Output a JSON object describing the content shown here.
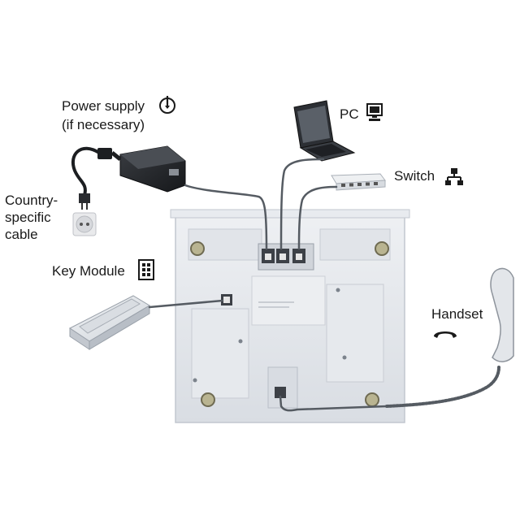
{
  "labels": {
    "power_supply": "Power supply",
    "power_supply_note": "(if necessary)",
    "pc": "PC",
    "switch": "Switch",
    "country_line1": "Country-",
    "country_line2": "specific",
    "country_line3": "cable",
    "key_module": "Key Module",
    "handset": "Handset"
  },
  "icons": {
    "power": "power-icon",
    "pc": "monitor-icon",
    "switch": "network-icon",
    "key_module": "key-module-icon",
    "handset": "handset-icon"
  },
  "colors": {
    "device_body": "#e4e7ec",
    "device_edge": "#c5cad2",
    "cable": "#555b62",
    "text": "#1a1a1a"
  }
}
